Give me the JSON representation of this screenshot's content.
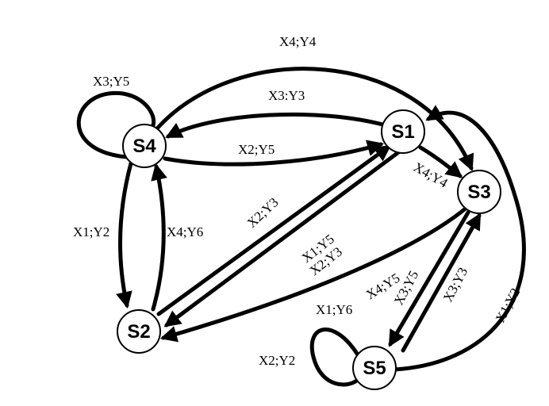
{
  "states": {
    "s1": "S1",
    "s2": "S2",
    "s3": "S3",
    "s4": "S4",
    "s5": "S5"
  },
  "transitions": {
    "s4_self": "X3;Y5",
    "s4_s3": "X4;Y4",
    "s1_s4": "X3:Y3",
    "s4_s1": "X2;Y5",
    "s1_s3": "X4;Y4",
    "s4_s2": "X1;Y2",
    "s2_s4": "X4;Y6",
    "s2_s1": "X2;Y3",
    "s1_s2_a": "X1;Y5",
    "s1_s2_b": "X2;Y3",
    "s3_s2": "X4;Y5",
    "s3_s5": "X3;Y5",
    "s5_s3": "X3;Y3",
    "s5_s1": "X1;Y2",
    "s5_self_a": "X1;Y6",
    "s5_self_b": "X2;Y2"
  }
}
